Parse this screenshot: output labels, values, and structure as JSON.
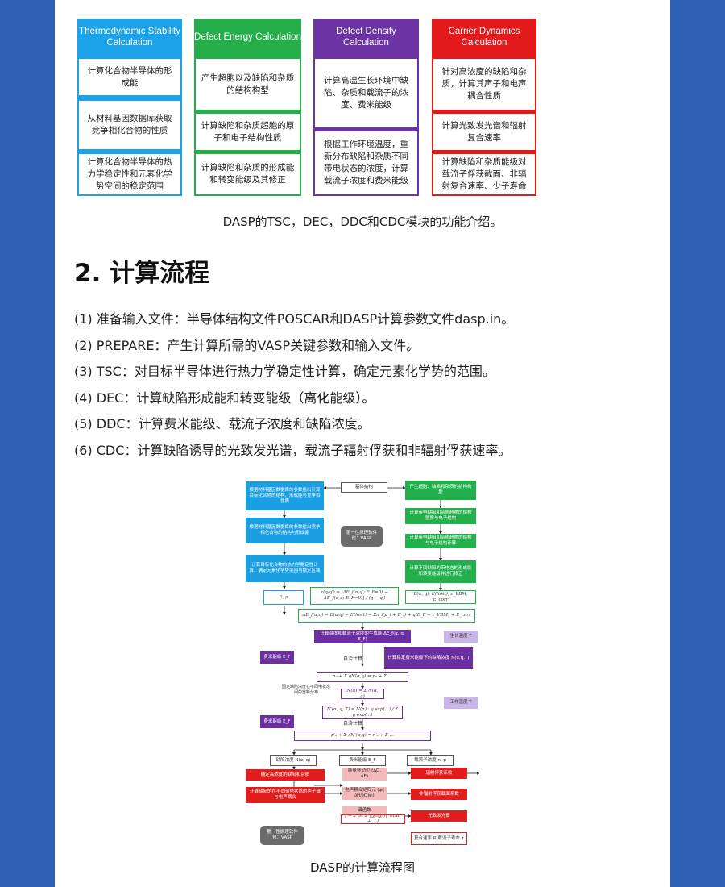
{
  "modules": [
    {
      "title": "Thermodynamic Stability Calculation",
      "color": "#1aa3e8",
      "items": [
        "计算化合物半导体的形成能",
        "从材料基因数据库获取竞争相化合物的性质",
        "计算化合物半导体的热力学稳定性和元素化学势空间的稳定范围"
      ]
    },
    {
      "title": "Defect Energy Calculation",
      "color": "#23ae4a",
      "items": [
        "产生超胞以及缺陷和杂质的结构构型",
        "计算缺陷和杂质超胞的原子和电子结构性质",
        "计算缺陷和杂质的形成能和转变能级及其修正"
      ]
    },
    {
      "title": "Defect Density Calculation",
      "color": "#6b33a3",
      "items": [
        "计算高温生长环境中缺陷、杂质和载流子的浓度、费米能级",
        "根据工作环境温度，重新分布缺陷和杂质不同带电状态的浓度，计算载流子浓度和费米能级"
      ]
    },
    {
      "title": "Carrier Dynamics Calculation",
      "color": "#e3191c",
      "items": [
        "针对高浓度的缺陷和杂质，计算其声子和电声耦合性质",
        "计算光致发光谱和辐射复合速率",
        "计算缺陷和杂质能级对载流子俘获截面、非辐射复合速率、少子寿命"
      ]
    }
  ],
  "caption1": "DASP的TSC，DEC，DDC和CDC模块的功能介绍。",
  "section_title": "2. 计算流程",
  "steps": [
    "(1) 准备输入文件：半导体结构文件POSCAR和DASP计算参数文件dasp.in。",
    "(2) PREPARE：产生计算所需的VASP关键参数和输入文件。",
    "(3) TSC：对目标半导体进行热力学稳定性计算，确定元素化学势的范围。",
    "(4) DEC：计算缺陷形成能和转变能级（离化能级）。",
    "(5) DDC：计算费米能级、载流子浓度和缺陷浓度。",
    "(6) CDC：计算缺陷诱导的光致发光谱，载流子辐射俘获和非辐射俘获速率。"
  ],
  "flow": {
    "host": "基体结构",
    "blue1": "根据材料基因数据库的参数给出计算目标化合物的结构、形成能与竞争相性质",
    "blue2": "根据材料基因数据库的参数给出竞争相化合物的结构与形成能",
    "blue3": "计算目标化合物的热力学稳定性计算，确定元素化学势范围与稳定区域",
    "green1": "产生超胞、缺陷和杂质的结构构型",
    "green2": "计算带电缺陷和杂质超胞的结构弛豫与电子结构",
    "green3": "计算带电缺陷和杂质超胞的结构与电子结构计算",
    "green4": "计算不同缺陷的带电态的形成能和转变能级并进行修正",
    "grey1": "第一性原理软件包：VASP",
    "grey2": "第一性原理软件包：VASP",
    "eq_mu": "E, μ",
    "eq_transition": "ε(q/q′) = [ΔE_f(α,q′; E_F=0) − ΔE_f(α,q; E_F=0)] / (q − q′)",
    "eq_energy": "E(α, q), E(host), ε_VBM, E_corr",
    "eq_formation": "ΔE_f(α,q) = E(α,q) − E(host) − Σn_i(μ_i + E_i) + q(E_F + ε_VBM) + E_corr",
    "p1": "计算温度和载流子浓度的生成能 ΔE_f(α, q, E_F)",
    "lav_growth": "生长温度 T",
    "p_fermi1": "费米能级 E_F",
    "p_conc": "计算稳定费米能级下的缺陷浓度 N(α,q,T)",
    "self1": "自洽计算",
    "eq_n0": "n₀ + Σ qN(α,q) = p₀ + Σ ...",
    "note_redist": "固定缺陷浓度在不同电状态间的重新分布",
    "eq_n": "N(α) = Σ N(α, q)",
    "lav_work": "工作温度 T",
    "eq_nq": "N′(α, q, T) = N(α) · g exp(...) / Σ g exp(...)",
    "p_fermi2": "费米能级 E_F",
    "self2": "自洽计算",
    "eq_np": "p′₀ + Σ qN′(α,q) = n′₀ + Σ ...",
    "w_defect": "缺陷浓度 N(α, q)",
    "w_fermi": "费米能级 E_F",
    "w_carrier": "载流子浓度 n, p",
    "r1": "确定高浓度的缺陷和杂质",
    "r2": "计算缺陷的在不同带电状态的声子谱与电声耦合",
    "pink1": "能量移动位 (ΔQ, ΔE)",
    "pink2": "电声耦合矩阵元 ⟨ψᵢ|∂H/∂Q|ψⱼ⟩",
    "pink3": "谱函数",
    "eq_f": "f = Σ pₘ Σ |⟨χₘ|χₙ⟩|² δ(ΔE + ...)",
    "r3": "辐射俘获系数",
    "r4": "非辐射俘获截面系数",
    "r5": "光致发光谱",
    "w_result": "复合速率 R 载流子寿命 τ"
  },
  "caption2": "DASP的计算流程图"
}
